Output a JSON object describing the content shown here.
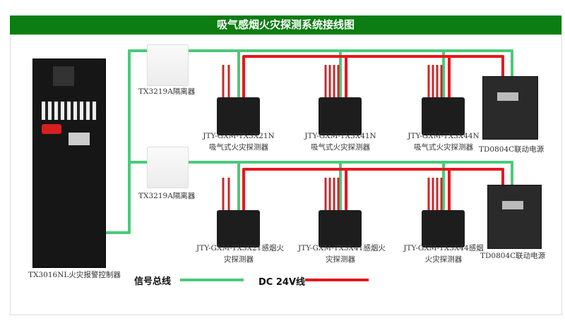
{
  "title": "吸气感烟火灾探测系统接线图",
  "controller": {
    "label": "TX3016NL火灾报警控制器"
  },
  "isolators": [
    {
      "label": "TX3219A隔离器"
    },
    {
      "label": "TX3219A隔离器"
    }
  ],
  "top_row": [
    {
      "line1": "JTY-GXM-TX3X21N",
      "line2": "吸气式火灾探测器"
    },
    {
      "line1": "JTY-GXM-TX3X41N",
      "line2": "吸气式火灾探测器"
    },
    {
      "line1": "JTY-GXM-TX3X44N",
      "line2": "吸气式火灾探测器"
    }
  ],
  "bottom_row": [
    {
      "line1": "JTY-GXM-TX3X21感烟火",
      "line2": "灾探测器"
    },
    {
      "line1": "JTY-GXM-TX3X41感烟火",
      "line2": "灾探测器"
    },
    {
      "line1": "JTY-GXM-TX3X44感烟",
      "line2": "火灾探测器"
    }
  ],
  "power_supplies": [
    {
      "label": "TD0804C联动电源"
    },
    {
      "label": "TD0804C联动电源"
    }
  ],
  "legend": {
    "signal": "信号总线",
    "power": "DC 24V线"
  },
  "colors": {
    "signal": "#4cc97a",
    "power": "#e8161b",
    "title_bg": "#0b7d12"
  }
}
